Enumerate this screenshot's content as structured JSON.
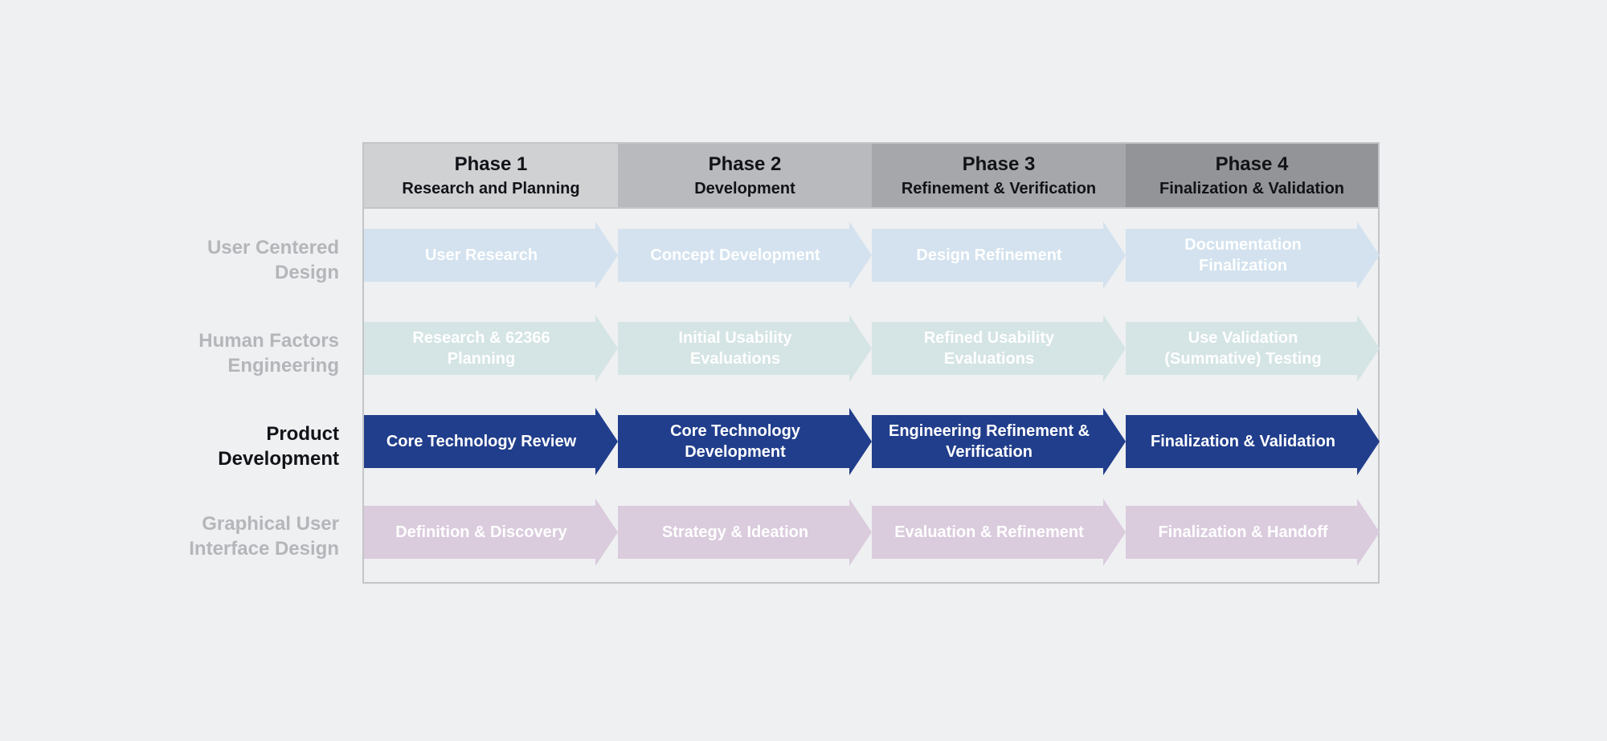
{
  "colors": {
    "background": "#eff0f2",
    "frame_border": "#c4c5c8",
    "phase_headers": [
      "#d0d1d3",
      "#b9babd",
      "#a6a7aa",
      "#939497"
    ],
    "label_muted": "#b4b6ba",
    "label_active": "#111318",
    "rows": [
      "#d3e2ee",
      "#d5e4e4",
      "#213e8c",
      "#dacbdd"
    ]
  },
  "phases": [
    {
      "title": "Phase 1",
      "subtitle": "Research and Planning"
    },
    {
      "title": "Phase 2",
      "subtitle": "Development"
    },
    {
      "title": "Phase 3",
      "subtitle": "Refinement & Verification"
    },
    {
      "title": "Phase 4",
      "subtitle": "Finalization & Validation"
    }
  ],
  "rows": [
    {
      "label": "User Centered\nDesign",
      "active": false,
      "steps": [
        "User Research",
        "Concept Development",
        "Design Refinement",
        "Documentation\nFinalization"
      ]
    },
    {
      "label": "Human Factors\nEngineering",
      "active": false,
      "steps": [
        "Research & 62366\nPlanning",
        "Initial Usability\nEvaluations",
        "Refined Usability\nEvaluations",
        "Use Validation\n(Summative) Testing"
      ]
    },
    {
      "label": "Product\nDevelopment",
      "active": true,
      "steps": [
        "Core Technology Review",
        "Core Technology\nDevelopment",
        "Engineering Refinement &\nVerification",
        "Finalization & Validation"
      ]
    },
    {
      "label": "Graphical User\nInterface Design",
      "active": false,
      "steps": [
        "Definition & Discovery",
        "Strategy & Ideation",
        "Evaluation & Refinement",
        "Finalization & Handoff"
      ]
    }
  ]
}
